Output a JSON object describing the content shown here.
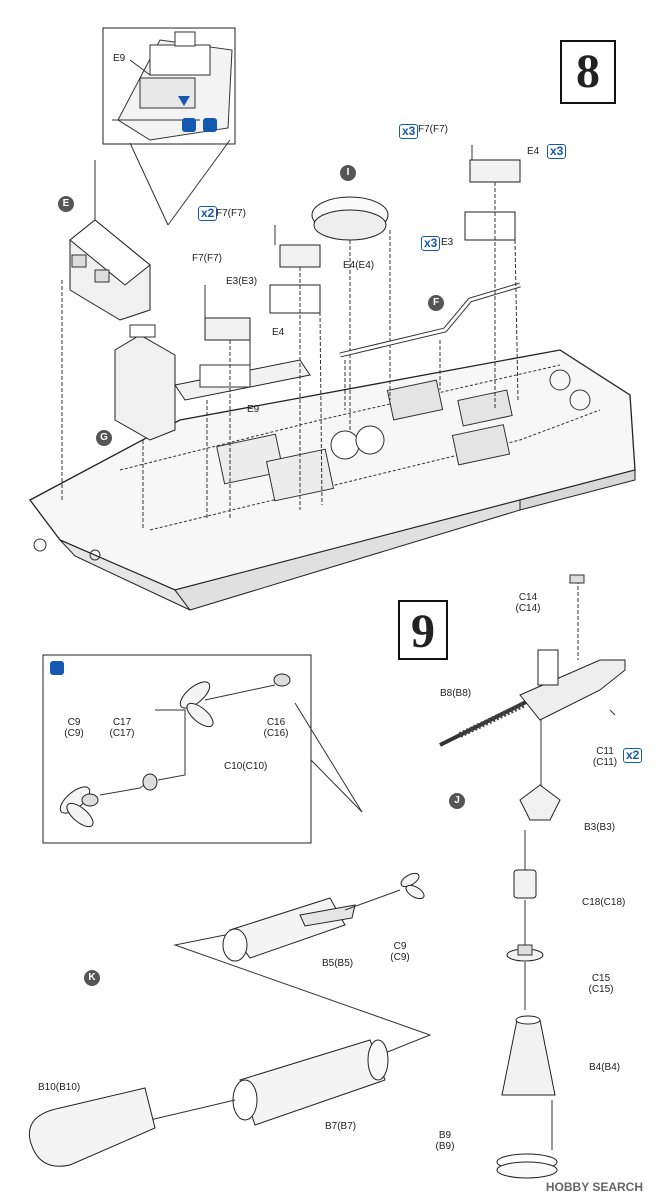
{
  "steps": {
    "step8": "8",
    "step9": "9"
  },
  "callouts": {
    "E": "E",
    "F": "F",
    "G": "G",
    "I": "I",
    "J": "J",
    "K": "K"
  },
  "multipliers": {
    "x3": "x3",
    "x2": "x2",
    "x3_suffix": "3",
    "x2_suffix": "2"
  },
  "labels": {
    "e9_inset": "E9",
    "f7_top": "F7(F7)",
    "e4_top": "E4",
    "e3_right": "E3",
    "f7_x2": "F7(F7)",
    "e4_e4": "E4(E4)",
    "f7_left": "F7(F7)",
    "e3_e3": "E3(E3)",
    "e4_mid": "E4",
    "e9_mid": "E9",
    "c14": "C14",
    "c14p": "(C14)",
    "b8": "B8(B8)",
    "c11": "C11",
    "c11p": "(C11)",
    "b3": "B3(B3)",
    "c18": "C18(C18)",
    "c15": "C15",
    "c15p": "(C15)",
    "b4": "B4(B4)",
    "b9": "B9",
    "b9p": "(B9)",
    "c9": "C9",
    "c9p": "(C9)",
    "c17": "C17",
    "c17p": "(C17)",
    "c16": "C16",
    "c16p": "(C16)",
    "c10": "C10(C10)",
    "b5": "B5(B5)",
    "c9b": "C9",
    "c9bp": "(C9)",
    "b10": "B10(B10)",
    "b7": "B7(B7)"
  },
  "watermark": "HOBBY SEARCH"
}
